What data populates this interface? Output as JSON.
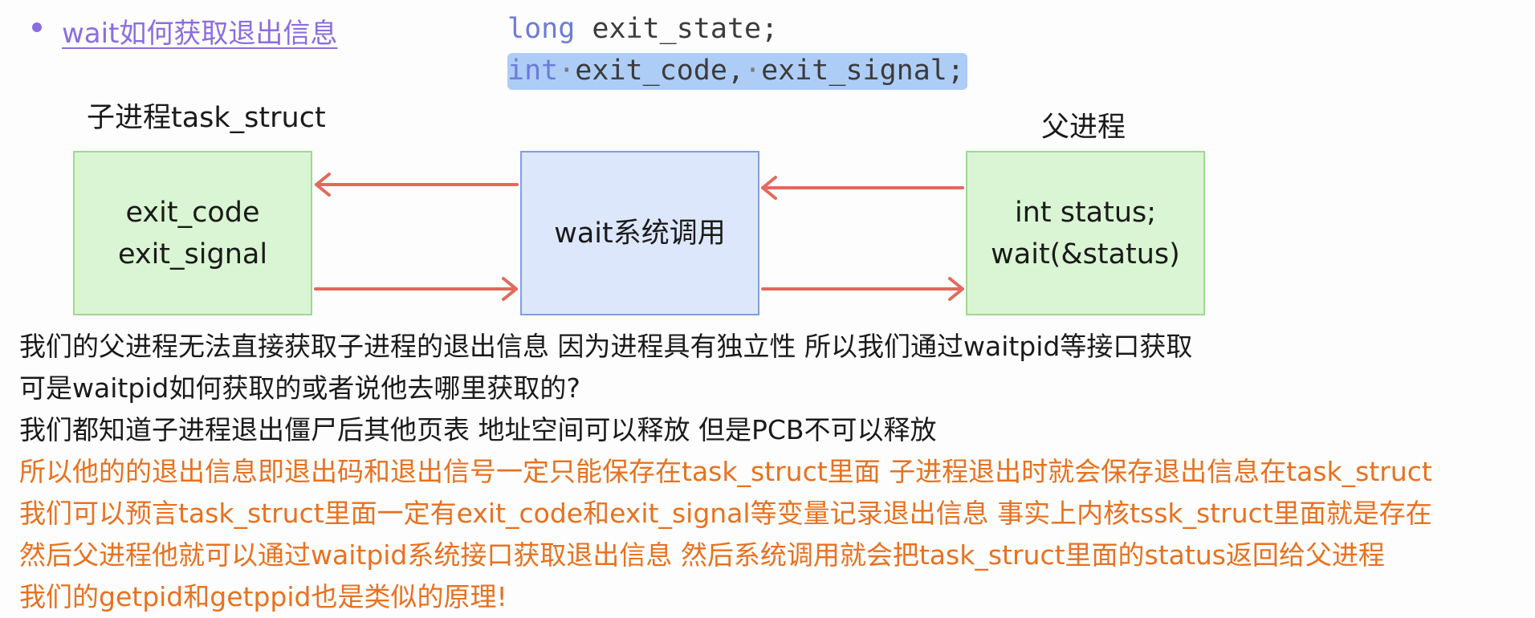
{
  "heading": {
    "text": "wait如何获取退出信息"
  },
  "code": {
    "line1": {
      "keyword": "long",
      "rest": " exit_state;"
    },
    "line2": {
      "keyword": "int",
      "sep1": "·",
      "part1": "exit_code,",
      "sep2": "·",
      "part2": "exit_signal;"
    }
  },
  "diagram": {
    "child_label": "子进程task_struct",
    "parent_label": "父进程",
    "child_box": {
      "line1": "exit_code",
      "line2": "exit_signal"
    },
    "syscall_box": {
      "text": "wait系统调用"
    },
    "parent_box": {
      "line1": "int status;",
      "line2": "wait(&status)"
    },
    "arrow_color": "#e06a5c"
  },
  "paragraphs": [
    {
      "text": "我们的父进程无法直接获取子进程的退出信息 因为进程具有独立性 所以我们通过waitpid等接口获取",
      "color": "black"
    },
    {
      "text": "可是waitpid如何获取的或者说他去哪里获取的?",
      "color": "black"
    },
    {
      "text": "我们都知道子进程退出僵尸后其他页表 地址空间可以释放 但是PCB不可以释放",
      "color": "black"
    },
    {
      "text": "所以他的的退出信息即退出码和退出信号一定只能保存在task_struct里面 子进程退出时就会保存退出信息在task_struct",
      "color": "orange"
    },
    {
      "text": "我们可以预言task_struct里面一定有exit_code和exit_signal等变量记录退出信息 事实上内核tssk_struct里面就是存在",
      "color": "orange"
    },
    {
      "text": "然后父进程他就可以通过waitpid系统接口获取退出信息 然后系统调用就会把task_struct里面的status返回给父进程",
      "color": "orange"
    },
    {
      "text": "我们的getpid和getppid也是类似的原理!",
      "color": "orange"
    }
  ]
}
